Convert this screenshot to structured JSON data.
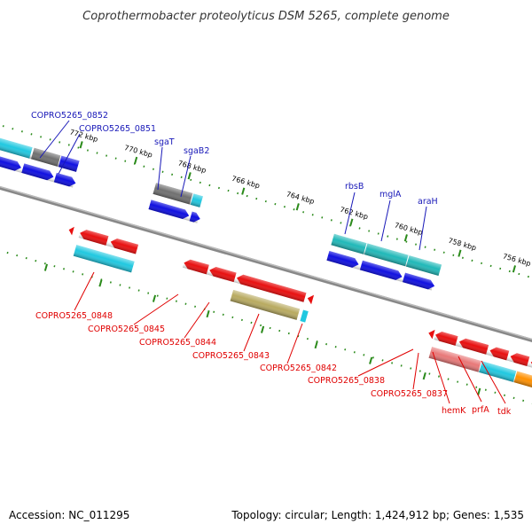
{
  "title": "Coprothermobacter proteolyticus DSM 5265, complete genome",
  "footer": {
    "accession": "Accession: NC_011295",
    "summary": "Topology: circular; Length: 1,424,912 bp; Genes: 1,535"
  },
  "scale_labels": [
    "772 kbp",
    "770 kbp",
    "768 kbp",
    "766 kbp",
    "764 kbp",
    "762 kbp",
    "760 kbp",
    "758 kbp",
    "756 kbp"
  ],
  "forward_labels": [
    "COPRO5265_0852",
    "COPRO5265_0851",
    "sgaT",
    "sgaB2",
    "rbsB",
    "mglA",
    "araH"
  ],
  "reverse_labels": [
    "COPRO5265_0848",
    "COPRO5265_0845",
    "COPRO5265_0844",
    "COPRO5265_0843",
    "COPRO5265_0842",
    "COPRO5265_0838",
    "COPRO5265_0837",
    "hemK",
    "prfA",
    "tdk"
  ],
  "colors": {
    "cog_blue": "#1010e0",
    "cog_red": "#e81010",
    "cog_cyan": "#20c8e0",
    "cog_teal": "#20b8b8",
    "cog_gray": "#707070",
    "cog_olive": "#b8aa60",
    "cog_pink": "#e87878",
    "cog_orange": "#ff9000",
    "backbone": "#888888",
    "ticks": "#2a8a1a",
    "label_forward": "#1818b8",
    "label_reverse": "#e00000"
  }
}
